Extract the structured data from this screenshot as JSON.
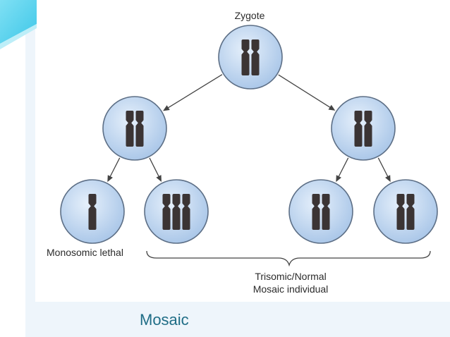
{
  "diagram": {
    "labels": {
      "top": "Zygote",
      "left": "Monosomic lethal",
      "bottom_line1": "Trisomic/Normal",
      "bottom_line2": "Mosaic individual"
    },
    "cells": [
      {
        "id": "zygote",
        "chromosomes": 2
      },
      {
        "id": "left-daughter",
        "chromosomes": 2
      },
      {
        "id": "right-daughter",
        "chromosomes": 2
      },
      {
        "id": "monosomic-cell",
        "chromosomes": 1
      },
      {
        "id": "trisomic-cell",
        "chromosomes": 3
      },
      {
        "id": "normal-cell-1",
        "chromosomes": 2
      },
      {
        "id": "normal-cell-2",
        "chromosomes": 2
      }
    ],
    "colors": {
      "cell_fill": "#a9c6e8",
      "cell_highlight": "#e6f0fb",
      "cell_stroke": "#5d6f86",
      "chromosome": "#3b3434",
      "arrow": "#444444",
      "slide_accent": "#3ec7e8",
      "slide_band": "#eef5fb"
    }
  },
  "caption": "Mosaic"
}
